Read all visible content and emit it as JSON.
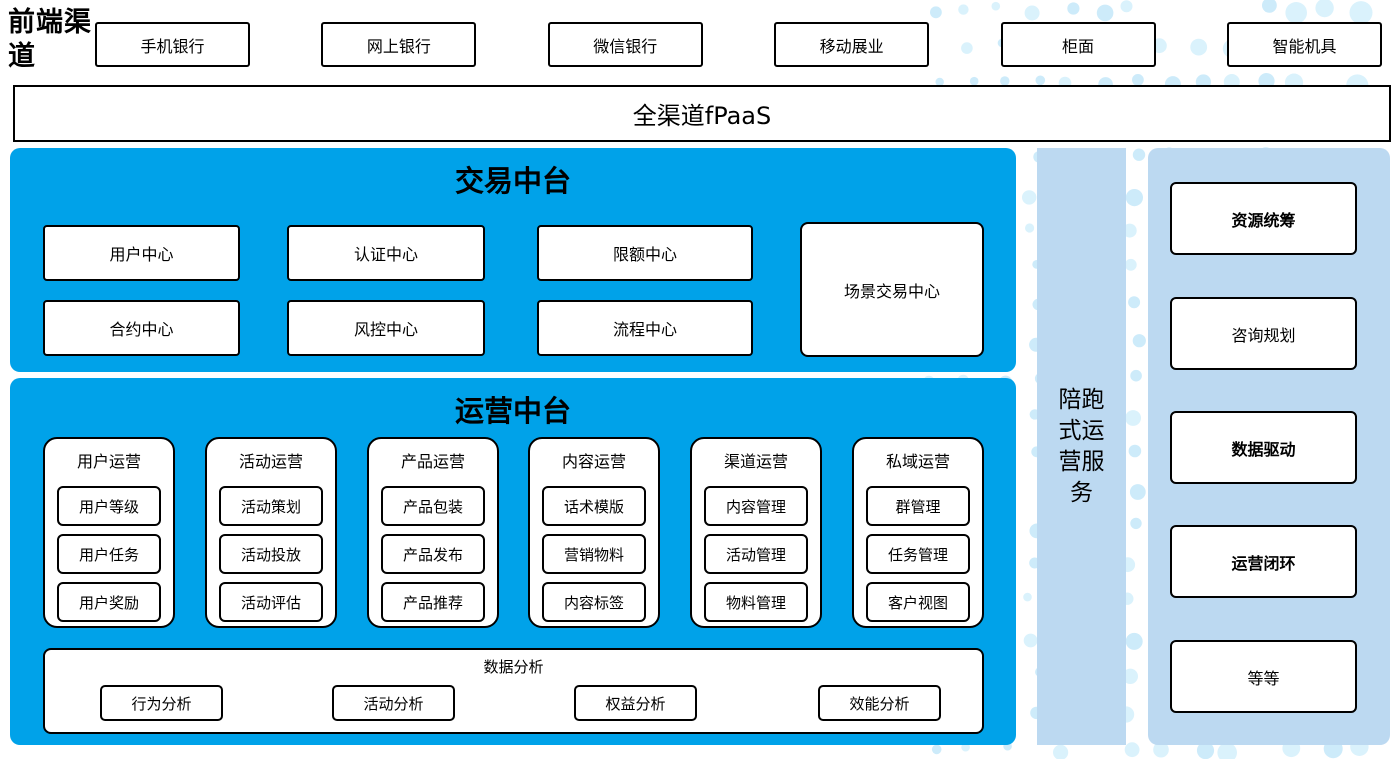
{
  "colors": {
    "section_blue": "#00a2e9",
    "panel_light_blue": "#bcd9f1",
    "dot_blue": "#cdebfa",
    "box_border": "#000000"
  },
  "frontend": {
    "label": "前端渠道",
    "channels": [
      "手机银行",
      "网上银行",
      "微信银行",
      "移动展业",
      "柜面",
      "智能机具"
    ]
  },
  "fpaas_bar": {
    "label": "全渠道fPaaS"
  },
  "trade_platform": {
    "title": "交易中台",
    "centers": [
      "用户中心",
      "认证中心",
      "限额中心",
      "合约中心",
      "风控中心",
      "流程中心"
    ],
    "scene_center": "场景交易中心"
  },
  "ops_platform": {
    "title": "运营中台",
    "columns": [
      {
        "title": "用户运营",
        "items": [
          "用户等级",
          "用户任务",
          "用户奖励"
        ]
      },
      {
        "title": "活动运营",
        "items": [
          "活动策划",
          "活动投放",
          "活动评估"
        ]
      },
      {
        "title": "产品运营",
        "items": [
          "产品包装",
          "产品发布",
          "产品推荐"
        ]
      },
      {
        "title": "内容运营",
        "items": [
          "话术模版",
          "营销物料",
          "内容标签"
        ]
      },
      {
        "title": "渠道运营",
        "items": [
          "内容管理",
          "活动管理",
          "物料管理"
        ]
      },
      {
        "title": "私域运营",
        "items": [
          "群管理",
          "任务管理",
          "客户视图"
        ]
      }
    ],
    "data_analysis": {
      "title": "数据分析",
      "items": [
        "行为分析",
        "活动分析",
        "权益分析",
        "效能分析"
      ]
    }
  },
  "companion_bar": {
    "label": "陪跑式运营服务"
  },
  "service_panel": {
    "items": [
      "资源统筹",
      "咨询规划",
      "数据驱动",
      "运营闭环",
      "等等"
    ]
  }
}
